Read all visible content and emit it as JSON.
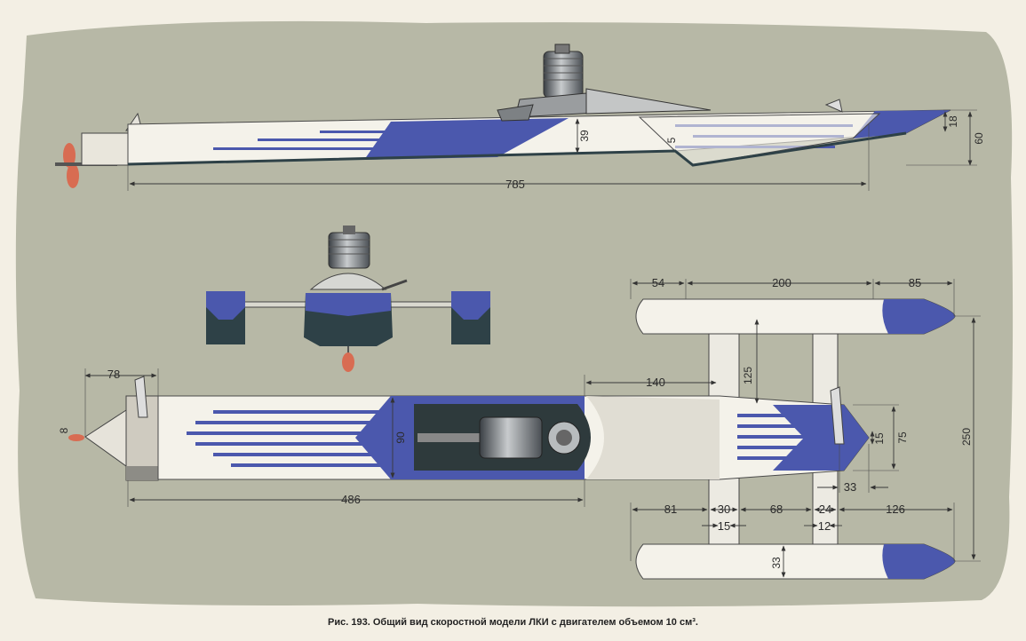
{
  "caption": "Рис. 193. Общий вид скоростной модели ЛКИ с двигателем объемом 10 см³.",
  "colors": {
    "paper": "#f3efe4",
    "background": "#b7b8a6",
    "hull": "#f4f2ea",
    "blue": "#4b58ad",
    "dark": "#2e4147",
    "propeller": "#d86c52"
  },
  "side_view": {
    "dim_length": "785",
    "dim_height": "60",
    "dim_tip": "18",
    "dim_mid": "39",
    "dim_step": "5"
  },
  "top_view": {
    "dim_nose": "78",
    "dim_prop": "8",
    "dim_beam": "90",
    "dim_hull": "486",
    "dim_engine": "140",
    "dim_sponson_span": "125",
    "dim_width": "250",
    "dim_tail": "75",
    "dim_tail_inner": "15",
    "dim_tail_off": "33",
    "dim_float_a": "54",
    "dim_float_b": "200",
    "dim_float_c": "85",
    "dim_bot_a": "81",
    "dim_bot_b": "30",
    "dim_bot_c": "68",
    "dim_bot_d": "24",
    "dim_bot_e": "126",
    "dim_bot_f": "15",
    "dim_bot_g": "12",
    "dim_float_w": "33"
  }
}
